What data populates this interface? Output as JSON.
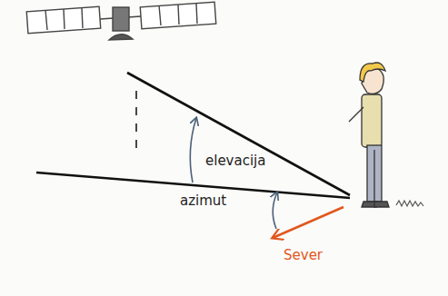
{
  "diagram": {
    "labels": [
      "elevacija",
      "azimut",
      "Sever"
    ]
  }
}
